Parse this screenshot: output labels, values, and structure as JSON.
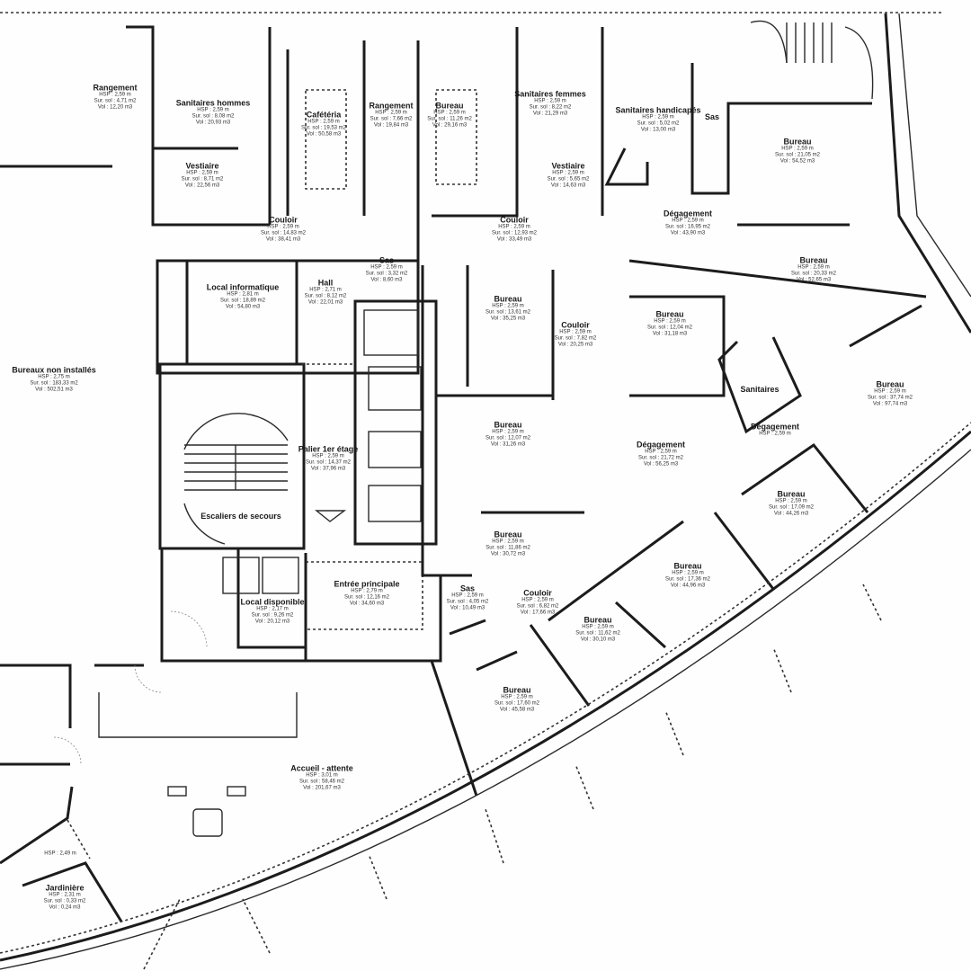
{
  "plan": {
    "rooms": [
      {
        "name": "Bureaux non installés",
        "hsp": "HSP : 2,75 m",
        "surface": "Sur. sol : 183,33 m2",
        "volume": "Vol : 502,51 m3"
      },
      {
        "name": "Local informatique",
        "hsp": "HSP : 2,81 m",
        "surface": "Sur. sol : 18,89 m2",
        "volume": "Vol : 54,80 m3"
      },
      {
        "name": "Hall",
        "hsp": "HSP : 2,71 m",
        "surface": "Sur. sol : 8,12 m2",
        "volume": "Vol : 22,01 m3"
      },
      {
        "name": "Sas",
        "hsp": "HSP : 2,59 m",
        "surface": "Sur. sol : 3,32 m2",
        "volume": "Vol : 8,60 m3"
      },
      {
        "name": "Palier 1er étage",
        "hsp": "HSP : 2,59 m",
        "surface": "Sur. sol : 14,37 m2",
        "volume": "Vol : 37,96 m3"
      },
      {
        "name": "Escaliers de secours",
        "hsp": "",
        "surface": "",
        "volume": ""
      },
      {
        "name": "Local disponible",
        "hsp": "HSP : 2,17 m",
        "surface": "Sur. sol : 9,26 m2",
        "volume": "Vol : 20,12 m3"
      },
      {
        "name": "Entrée principale",
        "hsp": "HSP : 2,79 m",
        "surface": "Sur. sol : 12,16 m2",
        "volume": "Vol : 34,60 m3"
      },
      {
        "name": "Accueil - attente",
        "hsp": "HSP : 3,01 m",
        "surface": "Sur. sol : 58,46 m2",
        "volume": "Vol : 201,67 m3"
      },
      {
        "name": "Jardinière",
        "hsp": "HSP : 2,31 m",
        "surface": "Sur. sol : 0,33 m2",
        "volume": "Vol : 0,24 m3"
      },
      {
        "name": "",
        "hsp": "HSP : 2,49 m",
        "surface": "",
        "volume": ""
      },
      {
        "name": "Rangement",
        "hsp": "HSP : 2,59 m",
        "surface": "Sur. sol : 4,71 m2",
        "volume": "Vol : 12,20 m3"
      },
      {
        "name": "Sanitaires hommes",
        "hsp": "HSP : 2,59 m",
        "surface": "Sur. sol : 8,08 m2",
        "volume": "Vol : 20,93 m3"
      },
      {
        "name": "Vestiaire",
        "hsp": "HSP : 2,59 m",
        "surface": "Sur. sol : 8,71 m2",
        "volume": "Vol : 22,56 m3"
      },
      {
        "name": "Cafétéria",
        "hsp": "HSP : 2,59 m",
        "surface": "Sur. sol : 19,53 m2",
        "volume": "Vol : 50,58 m3"
      },
      {
        "name": "Rangement",
        "hsp": "HSP : 2,59 m",
        "surface": "Sur. sol : 7,66 m2",
        "volume": "Vol : 19,84 m3"
      },
      {
        "name": "Bureau",
        "hsp": "HSP : 2,59 m",
        "surface": "Sur. sol : 11,26 m2",
        "volume": "Vol : 29,16 m3"
      },
      {
        "name": "Sanitaires femmes",
        "hsp": "HSP : 2,59 m",
        "surface": "Sur. sol : 8,22 m2",
        "volume": "Vol : 21,29 m3"
      },
      {
        "name": "Vestiaire",
        "hsp": "HSP : 2,59 m",
        "surface": "Sur. sol : 5,65 m2",
        "volume": "Vol : 14,63 m3"
      },
      {
        "name": "Sanitaires handicapés",
        "hsp": "HSP : 2,59 m",
        "surface": "Sur. sol : 5,02 m2",
        "volume": "Vol : 13,00 m3"
      },
      {
        "name": "Sas",
        "hsp": "",
        "surface": "",
        "volume": ""
      },
      {
        "name": "Couloir",
        "hsp": "HSP : 2,59 m",
        "surface": "Sur. sol : 14,83 m2",
        "volume": "Vol : 38,41 m3"
      },
      {
        "name": "Couloir",
        "hsp": "HSP : 2,59 m",
        "surface": "Sur. sol : 12,93 m2",
        "volume": "Vol : 33,49 m3"
      },
      {
        "name": "Dégagement",
        "hsp": "HSP : 2,59 m",
        "surface": "Sur. sol : 16,95 m2",
        "volume": "Vol : 43,90 m3"
      },
      {
        "name": "Bureau",
        "hsp": "HSP : 2,59 m",
        "surface": "Sur. sol : 21,05 m2",
        "volume": "Vol : 54,52 m3"
      },
      {
        "name": "Bureau",
        "hsp": "HSP : 2,59 m",
        "surface": "Sur. sol : 20,33 m2",
        "volume": "Vol : 52,65 m3"
      },
      {
        "name": "Bureau",
        "hsp": "HSP : 2,59 m",
        "surface": "Sur. sol : 13,61 m2",
        "volume": "Vol : 35,25 m3"
      },
      {
        "name": "Couloir",
        "hsp": "HSP : 2,59 m",
        "surface": "Sur. sol : 7,82 m2",
        "volume": "Vol : 20,25 m3"
      },
      {
        "name": "Bureau",
        "hsp": "HSP : 2,59 m",
        "surface": "Sur. sol : 12,04 m2",
        "volume": "Vol : 31,18 m3"
      },
      {
        "name": "Sanitaires",
        "hsp": "",
        "surface": "",
        "volume": ""
      },
      {
        "name": "Dégagement",
        "hsp": "HSP : 2,59 m",
        "surface": "",
        "volume": ""
      },
      {
        "name": "Bureau",
        "hsp": "HSP : 2,59 m",
        "surface": "Sur. sol : 37,74 m2",
        "volume": "Vol : 97,74 m3"
      },
      {
        "name": "Bureau",
        "hsp": "HSP : 2,59 m",
        "surface": "Sur. sol : 12,07 m2",
        "volume": "Vol : 31,26 m3"
      },
      {
        "name": "Dégagement",
        "hsp": "HSP : 2,59 m",
        "surface": "Sur. sol : 21,72 m2",
        "volume": "Vol : 56,25 m3"
      },
      {
        "name": "Bureau",
        "hsp": "HSP : 2,59 m",
        "surface": "Sur. sol : 17,09 m2",
        "volume": "Vol : 44,26 m3"
      },
      {
        "name": "Bureau",
        "hsp": "HSP : 2,59 m",
        "surface": "Sur. sol : 11,86 m2",
        "volume": "Vol : 30,72 m3"
      },
      {
        "name": "Bureau",
        "hsp": "HSP : 2,59 m",
        "surface": "Sur. sol : 17,36 m2",
        "volume": "Vol : 44,96 m3"
      },
      {
        "name": "Sas",
        "hsp": "HSP : 2,59 m",
        "surface": "Sur. sol : 4,05 m2",
        "volume": "Vol : 10,49 m3"
      },
      {
        "name": "Couloir",
        "hsp": "HSP : 2,59 m",
        "surface": "Sur. sol : 6,82 m2",
        "volume": "Vol : 17,66 m3"
      },
      {
        "name": "Bureau",
        "hsp": "HSP : 2,59 m",
        "surface": "Sur. sol : 11,62 m2",
        "volume": "Vol : 30,10 m3"
      },
      {
        "name": "Bureau",
        "hsp": "HSP : 2,59 m",
        "surface": "Sur. sol : 17,60 m2",
        "volume": "Vol : 45,58 m3"
      }
    ]
  }
}
